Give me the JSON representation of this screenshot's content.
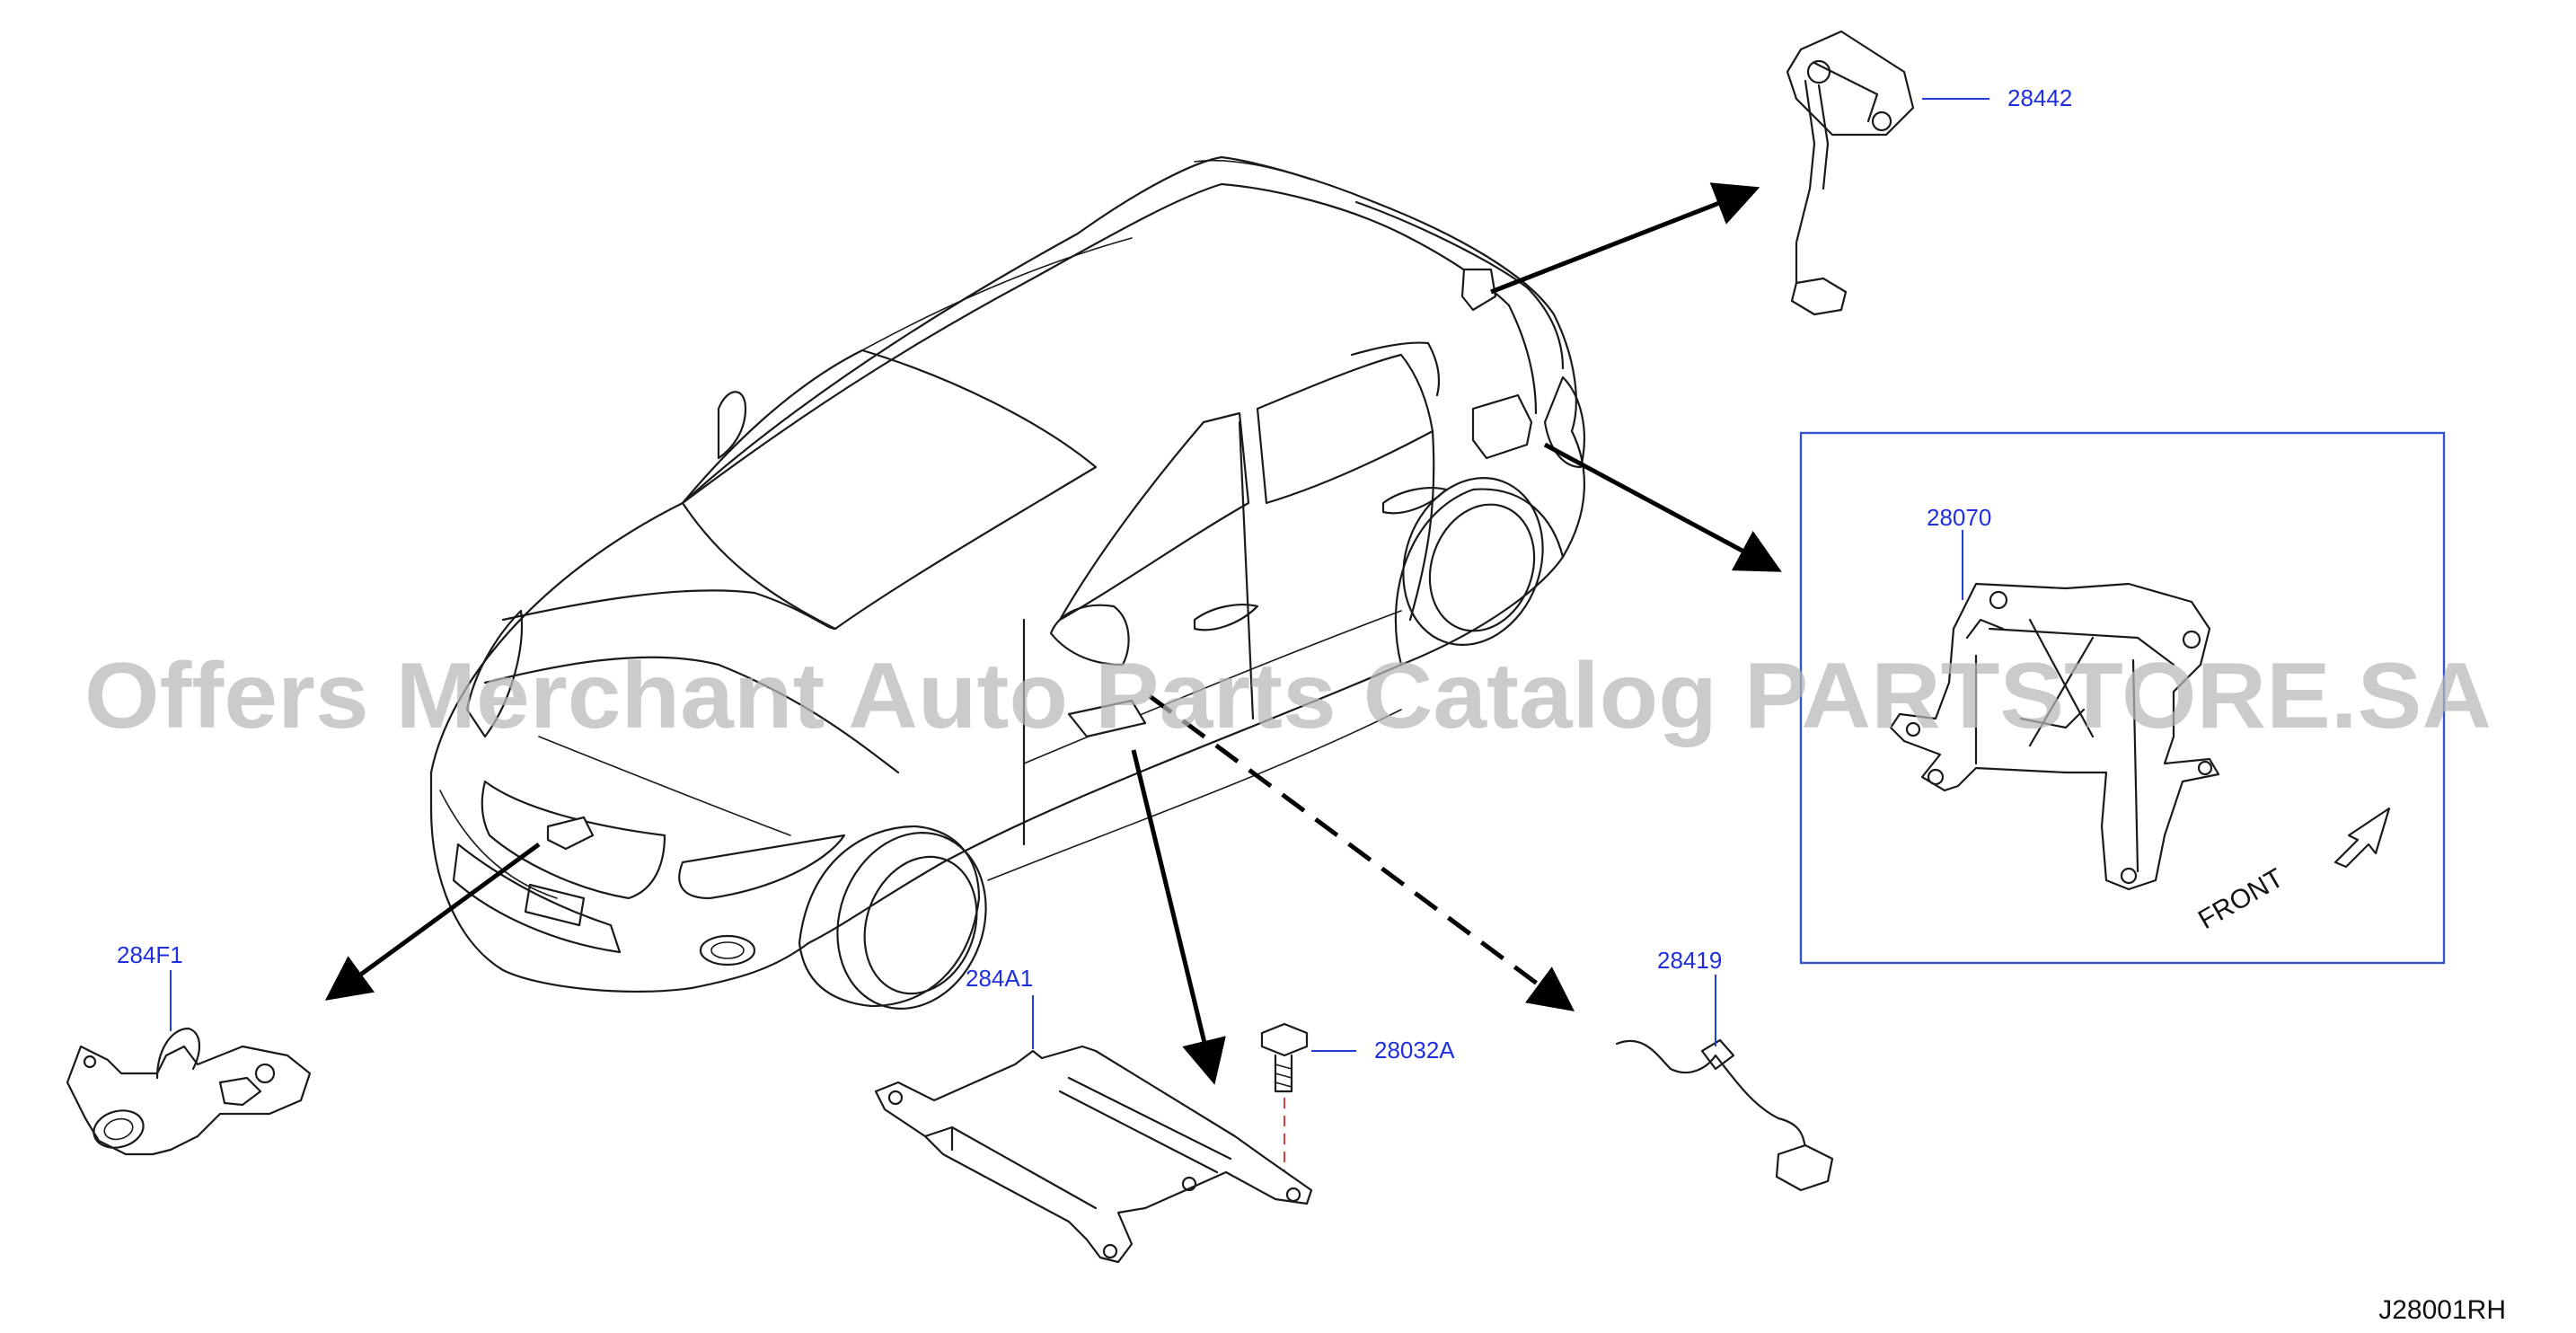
{
  "parts": {
    "p28442": "28442",
    "p28070": "28070",
    "p28419": "28419",
    "p28032A": "28032A",
    "p284A1": "284A1",
    "p284F1": "284F1"
  },
  "front_label": "FRONT",
  "reference_code": "J28001RH",
  "watermark": "Offers Merchant Auto Parts Catalog PARTSTORE.SA",
  "colors": {
    "part_number": "#1f2fe0",
    "leader_line": "#1f3fd6",
    "callout_box": "#3355cc",
    "drawing_line": "#1a1a1a",
    "screw_axis": "#e04040",
    "watermark": "#b8b8b8"
  }
}
